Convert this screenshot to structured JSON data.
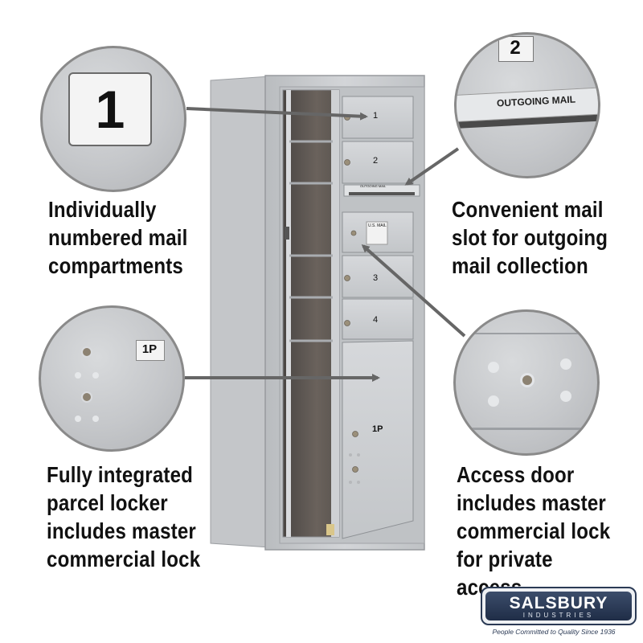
{
  "callouts": [
    {
      "text": "Individually\nnumbered mail\ncompartments",
      "detail_label": "1"
    },
    {
      "text": "Convenient mail\nslot for outgoing\nmail collection",
      "detail_label": "OUTGOING MAIL",
      "detail_number": "2"
    },
    {
      "text": "Fully integrated\nparcel locker\nincludes master\ncommercial lock",
      "detail_label": "1P"
    },
    {
      "text": "Access door\nincludes master\ncommercial lock\nfor private access"
    }
  ],
  "mailbox": {
    "doors": [
      "1",
      "2",
      "3",
      "4"
    ],
    "parcel_door": "1P",
    "slot_label": "OUTGOING MAIL",
    "access_door_label": "U.S. MAIL"
  },
  "logo": {
    "name": "SALSBURY",
    "sub": "INDUSTRIES",
    "tagline": "People Committed to Quality Since 1936"
  },
  "colors": {
    "metal": "#c8cacd",
    "text": "#111111",
    "logo": "#2b3a55"
  }
}
